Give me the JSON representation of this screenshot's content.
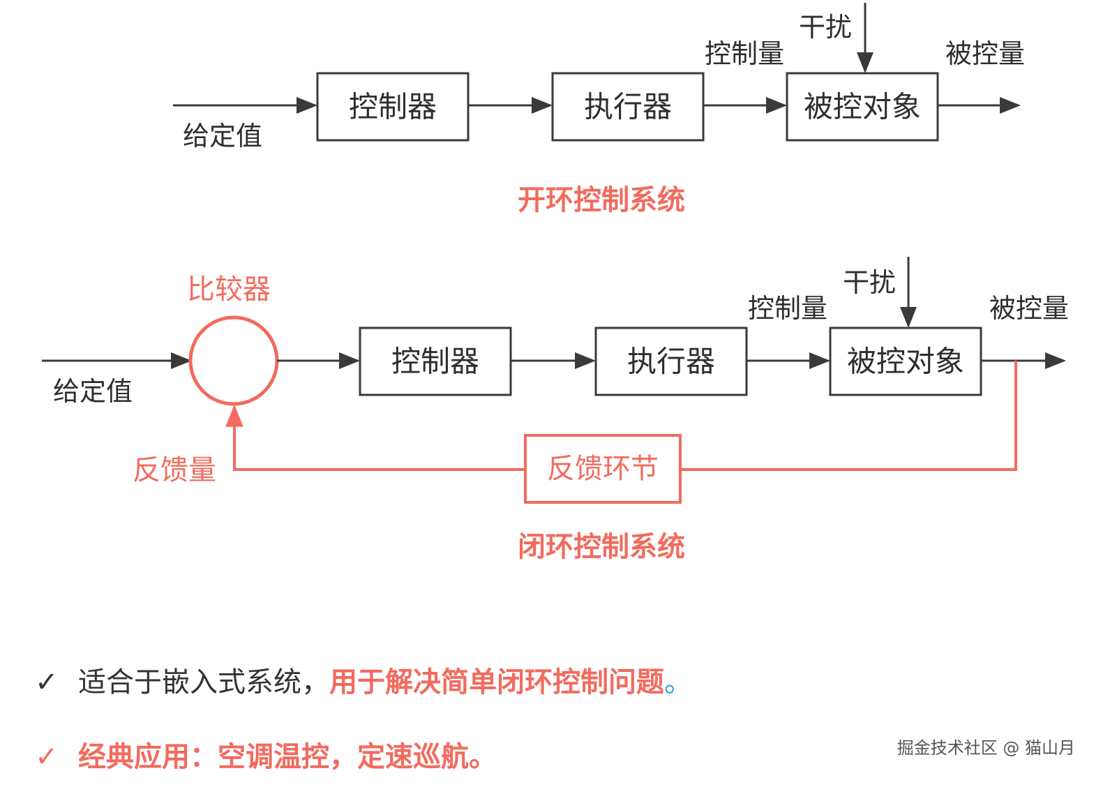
{
  "open_loop": {
    "input_label": "给定值",
    "controller": "控制器",
    "actuator": "执行器",
    "plant": "被控对象",
    "control_signal": "控制量",
    "disturbance": "干扰",
    "output": "被控量",
    "caption": "开环控制系统"
  },
  "closed_loop": {
    "input_label": "给定值",
    "comparator": "比较器",
    "controller": "控制器",
    "actuator": "执行器",
    "plant": "被控对象",
    "control_signal": "控制量",
    "disturbance": "干扰",
    "output": "被控量",
    "feedback_block": "反馈环节",
    "feedback_signal": "反馈量",
    "caption": "闭环控制系统"
  },
  "bullets": {
    "check": "✓",
    "item1_plain": "适合于嵌入式系统，",
    "item1_highlight": "用于解决简单闭环控制问题",
    "item1_end": "。",
    "item2": "经典应用：空调温控，定速巡航。"
  },
  "watermark": "掘金技术社区 @ 猫山月",
  "colors": {
    "accent": "#f26b5e",
    "ink": "#333333"
  }
}
